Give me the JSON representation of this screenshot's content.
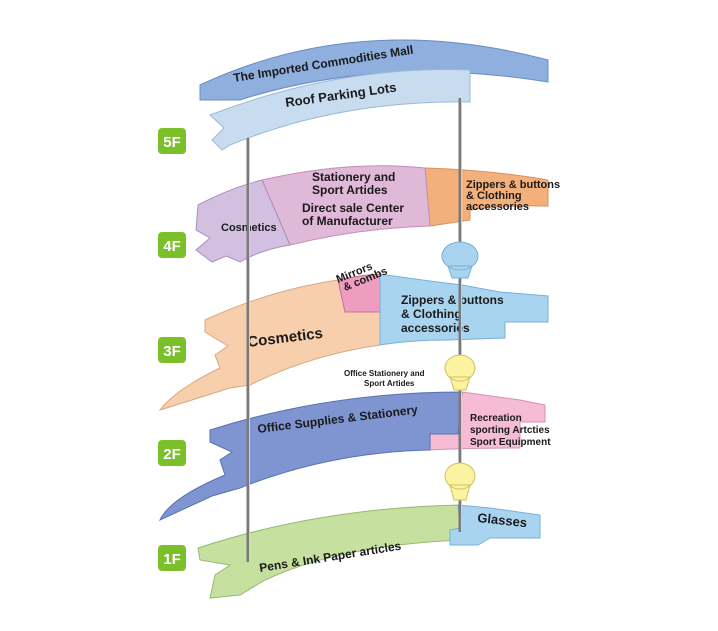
{
  "floors": [
    {
      "id": "5F",
      "label": "5F"
    },
    {
      "id": "4F",
      "label": "4F"
    },
    {
      "id": "3F",
      "label": "3F"
    },
    {
      "id": "2F",
      "label": "2F"
    },
    {
      "id": "1F",
      "label": "1F"
    }
  ],
  "roof": {
    "mall_title": "The Imported Commodities Mall",
    "parking": "Roof Parking Lots"
  },
  "floor4": {
    "cosmetics": "Cosmetics",
    "stationery_line1": "Stationery and",
    "stationery_line2": "Sport Artides",
    "direct_line1": "Direct sale Center",
    "direct_line2": "of Manufacturer",
    "zippers_line1": "Zippers & buttons",
    "zippers_line2": "& Clothing",
    "zippers_line3": "accessories"
  },
  "floor3": {
    "cosmetics": "Cosmetics",
    "mirrors_line1": "Mirrors",
    "mirrors_line2": "& combs",
    "zippers_line1": "Zippers & buttons",
    "zippers_line2": "& Clothing",
    "zippers_line3": "accessories"
  },
  "floor2": {
    "office_note_line1": "Office Stationery and",
    "office_note_line2": "Sport Artides",
    "office": "Office Supplies & Stationery",
    "recreation_line1": "Recreation",
    "recreation_line2": "sporting Artcties",
    "recreation_line3": "Sport Equipment"
  },
  "floor1": {
    "pens": "Pens & Ink  Paper articles",
    "glasses": "Glasses"
  },
  "colors": {
    "badge": "#7bbf2a",
    "roof_top": "#8fb0de",
    "roof_parking": "#c8dcf0",
    "cosmetics4": "#d3c0e0",
    "stationery4": "#e0b8d8",
    "zippers4": "#f4b07a",
    "cosmetics3": "#f8cfad",
    "mirrors3": "#ee9cc0",
    "zippers3": "#a8d4f0",
    "office2": "#7f95d2",
    "recreation2": "#f6bcd6",
    "pens1": "#c6e0a0",
    "glasses1": "#a8d4f0",
    "marker_blue": "#a8d4f0",
    "marker_yellow": "#fbf3a0",
    "pillar": "#7a7a7a"
  }
}
